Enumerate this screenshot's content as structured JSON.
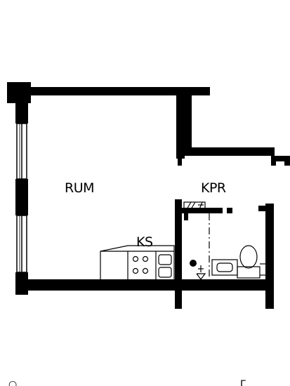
{
  "floor_plan": {
    "rooms": [
      {
        "id": "rum",
        "label": "RUM"
      },
      {
        "id": "kpr",
        "label": "KPR"
      },
      {
        "id": "ks",
        "label": "KS"
      }
    ],
    "corner_marks": {
      "bottom_left": "○",
      "bottom_right": "Γ"
    },
    "colors": {
      "wall": "#000000",
      "background": "#ffffff"
    }
  }
}
